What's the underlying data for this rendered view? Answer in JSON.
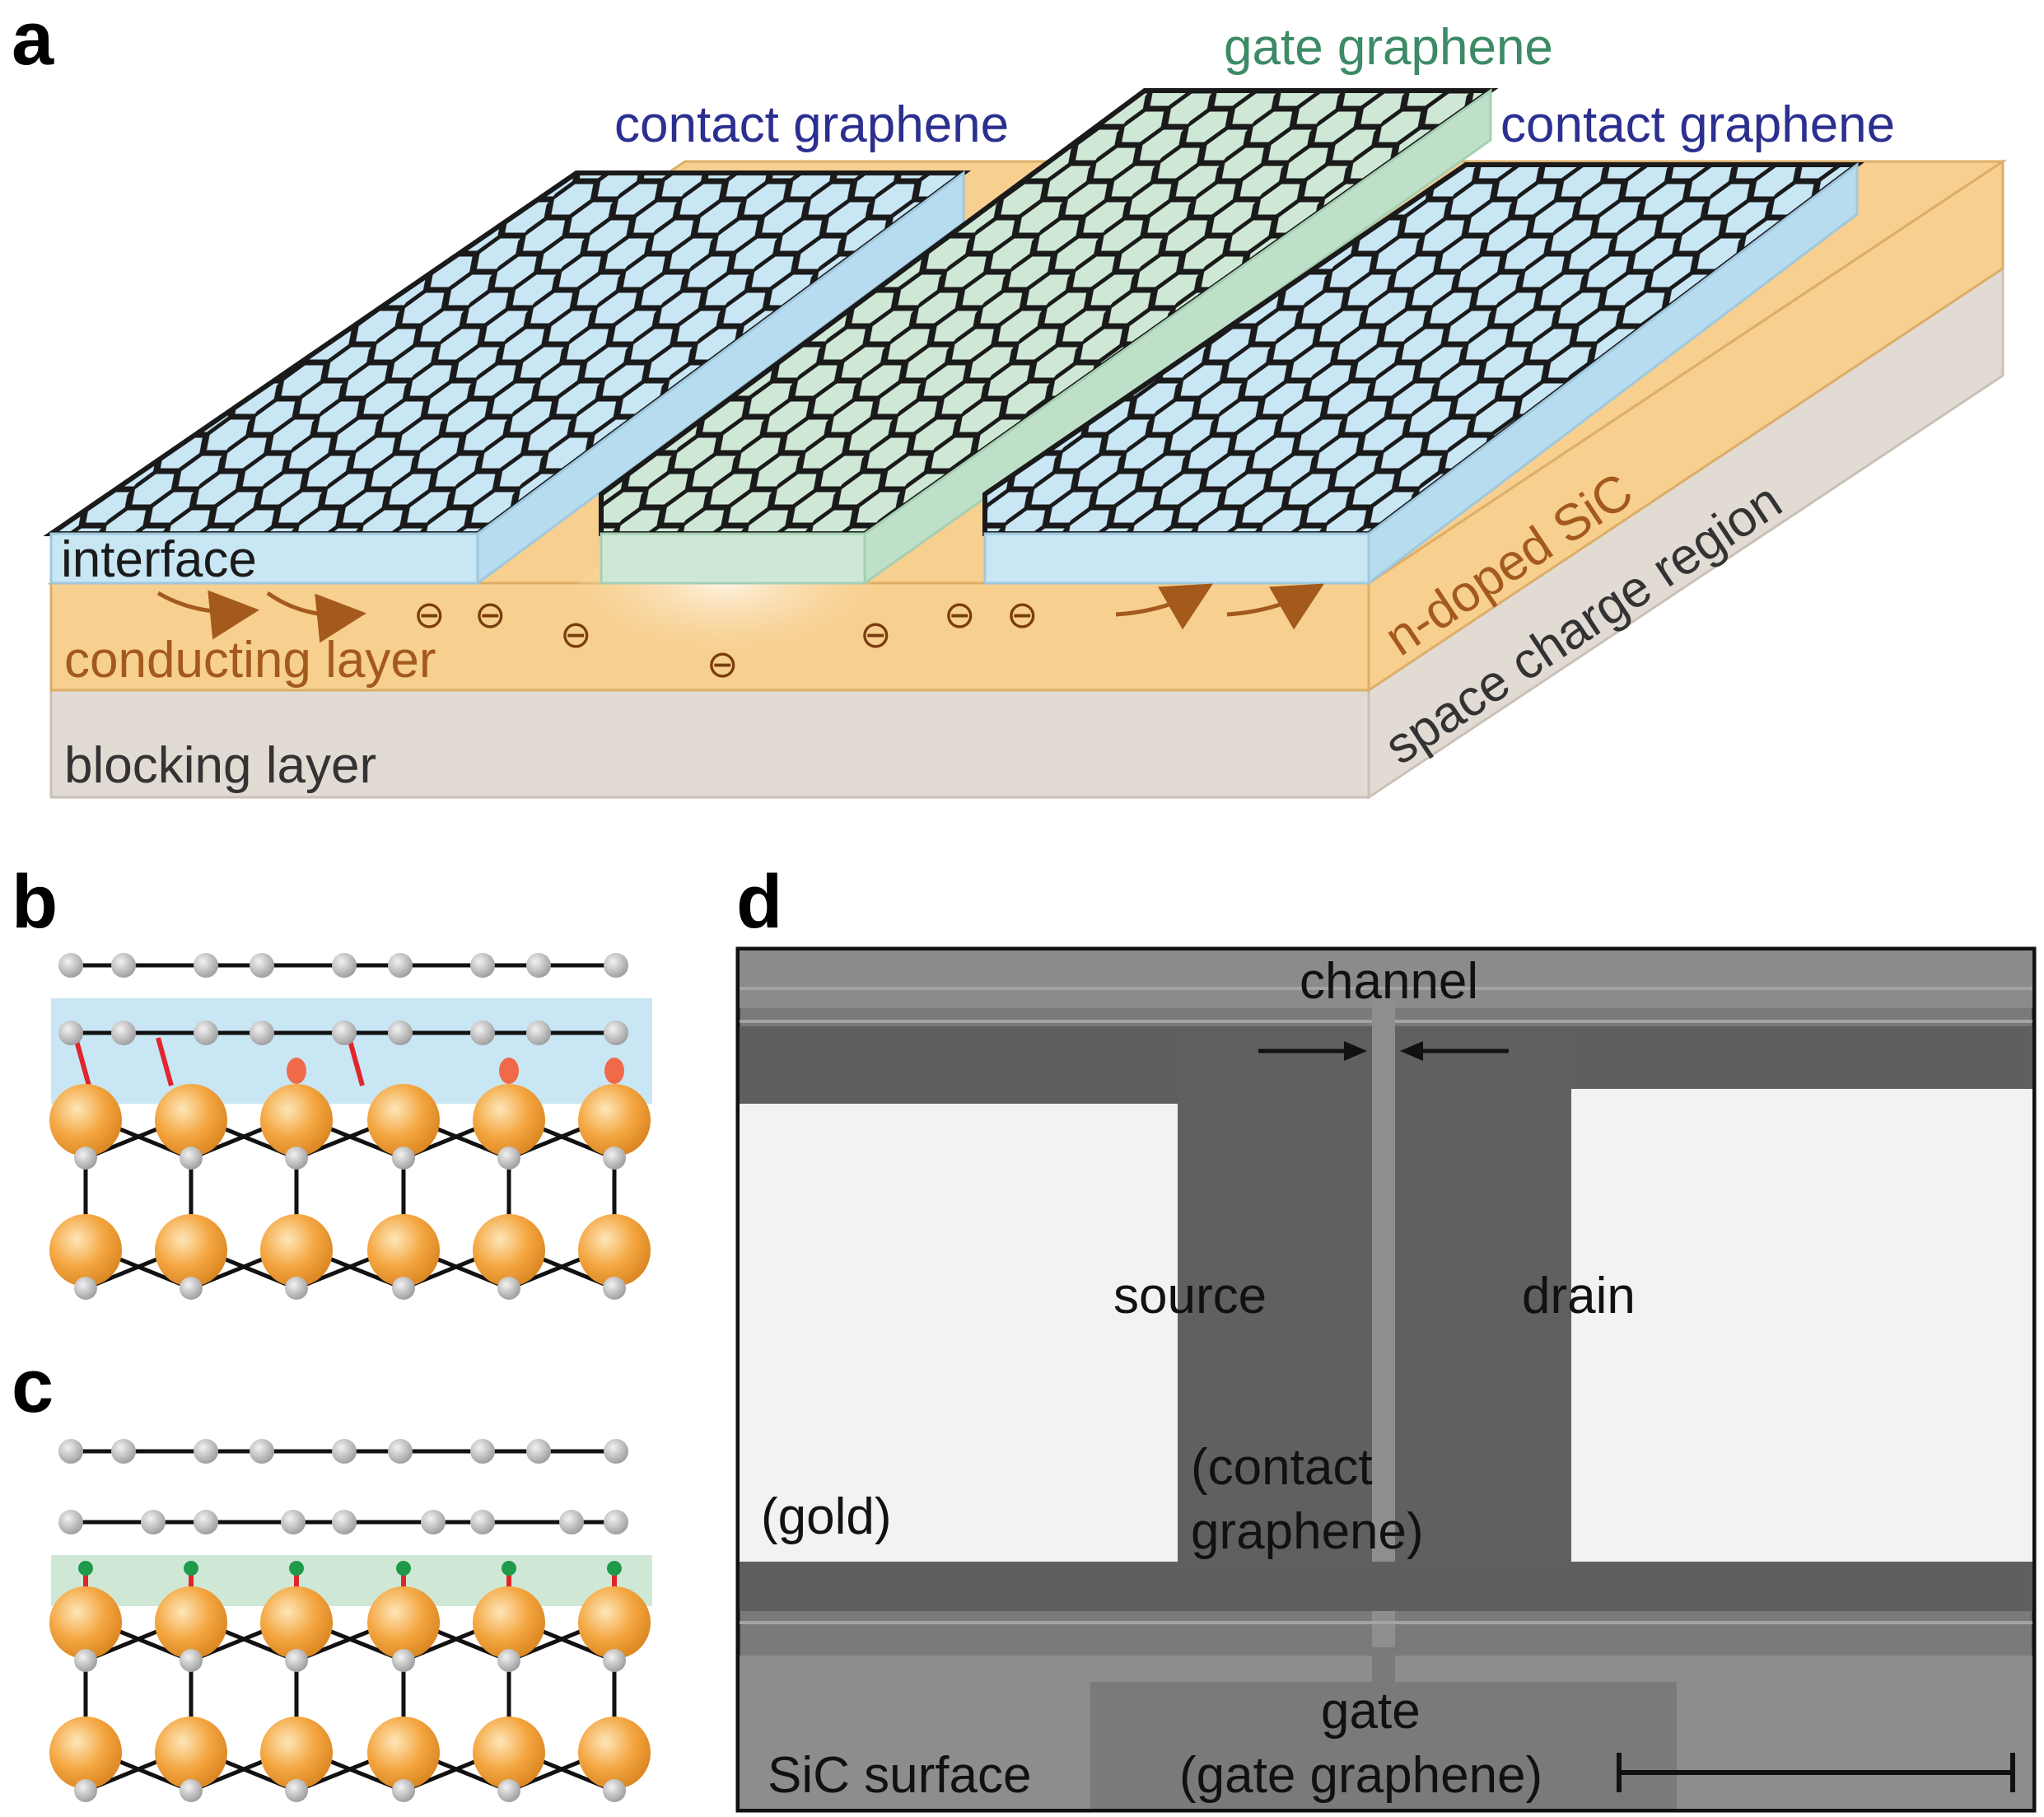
{
  "colors": {
    "contact_graphene": "#c9e6f5",
    "gate_graphene": "#cfe8d6",
    "n_doped_sic": "#f7cf8e",
    "space_charge": "#e2dbd4",
    "contact_label": "#2b2f8f",
    "gate_label": "#3c8a66",
    "sic_label": "#a35a1c",
    "atom_orange": "#f4a640",
    "atom_gray": "#b9b9b9",
    "bond_red": "#e0262b",
    "hydrogen_green": "#1e9a4a"
  },
  "panels": {
    "a": {
      "letter": "a",
      "labels": {
        "contact_left": "contact graphene",
        "contact_right": "contact graphene",
        "gate": "gate graphene",
        "interface": "interface",
        "conducting": "conducting layer",
        "blocking": "blocking layer",
        "ndoped": "n-doped SiC",
        "space_charge": "space charge region"
      },
      "electron_symbol": "⊖"
    },
    "b": {
      "letter": "b",
      "description_icons": [
        "graphene-layer",
        "buffer-layer",
        "sic-substrate"
      ]
    },
    "c": {
      "letter": "c",
      "description_icons": [
        "graphene-layer",
        "graphene-layer",
        "hydrogen-intercalation",
        "sic-substrate"
      ]
    },
    "d": {
      "letter": "d",
      "labels": {
        "channel": "channel",
        "source": "source",
        "drain": "drain",
        "contact_line1": "(contact",
        "contact_line2": "graphene)",
        "gold": "(gold)",
        "gate_line1": "gate",
        "gate_line2": "(gate graphene)",
        "sic_surface": "SiC surface"
      }
    }
  }
}
